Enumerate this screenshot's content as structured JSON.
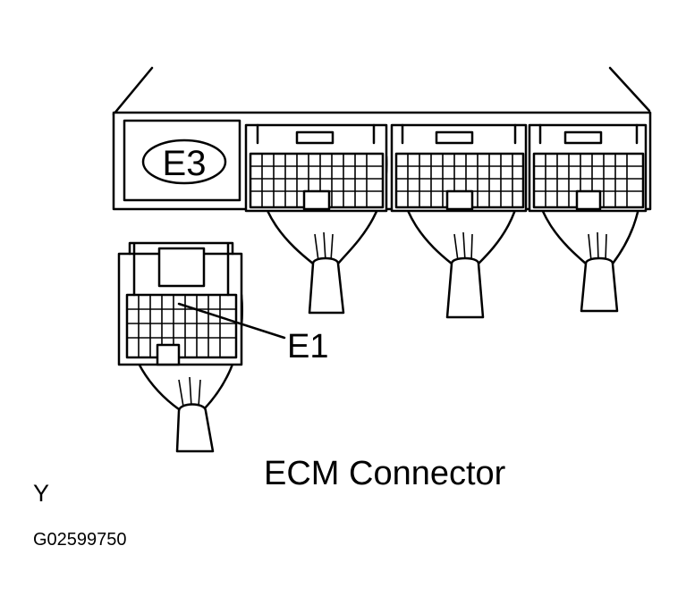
{
  "labels": {
    "e3": "E3",
    "e1": "E1",
    "title": "ECM Connector",
    "corner_letter": "Y",
    "figure_code": "G02599750"
  },
  "colors": {
    "ink": "#000000",
    "background": "#ffffff"
  }
}
